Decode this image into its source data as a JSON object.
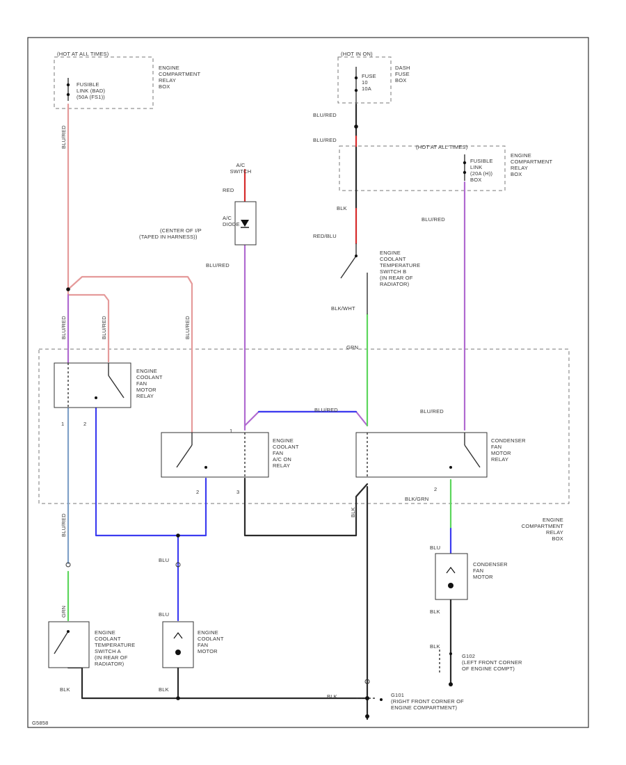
{
  "colors": {
    "frame": "#333333",
    "wire_black": "#2a2a2a",
    "wire_red": "#d62b2b",
    "wire_pink": "#e59a9a",
    "wire_violet": "#b06ad0",
    "wire_blue": "#3c3cf0",
    "wire_lightblue": "#7fa0c8",
    "wire_green": "#5cd65c",
    "dashed_outline": "#777777"
  },
  "fuse_boxes": {
    "top_left_header": "(HOT AT ALL TIMES)",
    "top_left_fuse": [
      "FUSIBLE",
      "LINK (BAD)",
      "(50A (FS1))"
    ],
    "top_left_box": [
      "ENGINE",
      "COMPARTMENT",
      "RELAY",
      "BOX"
    ],
    "top_mid_header": "(HOT IN ON)",
    "top_mid_fuse": [
      "FUSE",
      "10",
      "10A"
    ],
    "top_mid_box": [
      "DASH",
      "FUSE",
      "BOX"
    ],
    "right_header": "(HOT AT ALL TIMES)",
    "right_fuse": [
      "FUSIBLE",
      "LINK",
      "(20A (H))",
      "BOX"
    ],
    "right_box": [
      "ENGINE",
      "COMPARTMENT",
      "RELAY",
      "BOX"
    ]
  },
  "ac_switch": {
    "label": [
      "A/C",
      "SWITCH"
    ],
    "wire": "RED"
  },
  "ac_diode": {
    "label": [
      "A/C",
      "DIODE",
      "(CENTER OF I/P",
      "(TAPED IN HARNESS))"
    ]
  },
  "temp_switch_b": {
    "label": [
      "ENGINE",
      "COOLANT",
      "TEMPERATURE",
      "SWITCH B",
      "(IN REAR OF",
      "RADIATOR)"
    ]
  },
  "temp_switch_a": {
    "label": [
      "ENGINE",
      "COOLANT",
      "TEMPERATURE",
      "SWITCH A",
      "(IN REAR OF",
      "RADIATOR)"
    ]
  },
  "fan_motor_relay": {
    "label": [
      "ENGINE",
      "COOLANT",
      "FAN",
      "MOTOR",
      "RELAY"
    ]
  },
  "fan_ac_relay": {
    "label": [
      "ENGINE",
      "COOLANT",
      "FAN",
      "A/C ON",
      "RELAY"
    ]
  },
  "condenser_relay": {
    "label": [
      "CONDENSER",
      "FAN",
      "MOTOR",
      "RELAY"
    ]
  },
  "condenser_motor": {
    "label": [
      "CONDENSER",
      "FAN",
      "MOTOR"
    ]
  },
  "coolant_fan_motor": {
    "label": [
      "ENGINE",
      "COOLANT",
      "FAN",
      "MOTOR"
    ]
  },
  "relay_box_label": [
    "ENGINE",
    "COMPARTMENT",
    "RELAY",
    "BOX"
  ],
  "grounds": {
    "g101": [
      "G101",
      "(RIGHT FRONT CORNER OF",
      "ENGINE COMPARTMENT)"
    ],
    "g102": [
      "G102",
      "(LEFT FRONT CORNER",
      "OF ENGINE COMPT)"
    ]
  },
  "wire_labels": {
    "blured_left_top": "BLU/RED",
    "blured_left_mid": "BLU/RED",
    "blured_relay_a": "BLU/RED",
    "blured_relay_b": "BLU/RED",
    "blured_diode": "BLU/RED",
    "blured_fuse_a": "BLU/RED",
    "blured_fuse_b": "BLU/RED",
    "blured_right": "BLU/RED",
    "blured_right_b": "BLU/RED",
    "blured_center": "BLU/RED",
    "blk_sw": "BLK",
    "red_sw": "RED/BLU",
    "blkwht": "BLK/WHT",
    "grn": "GRN",
    "blk_grn": "BLK/GRN",
    "blured_low": "BLU/RED",
    "grn_low": "GRN",
    "blu_a": "BLU",
    "blu_b": "BLU",
    "blu_c": "BLU",
    "blk_a": "BLK",
    "blk_b": "BLK",
    "blk_c": "BLK",
    "blk_d": "BLK",
    "blk_e": "BLK",
    "blk_f": "BLK",
    "pin1": "1",
    "pin2": "2",
    "pin3": "2",
    "pin4": "3",
    "pin5": "2",
    "pin6": "1"
  },
  "diagram_id": "G5858"
}
